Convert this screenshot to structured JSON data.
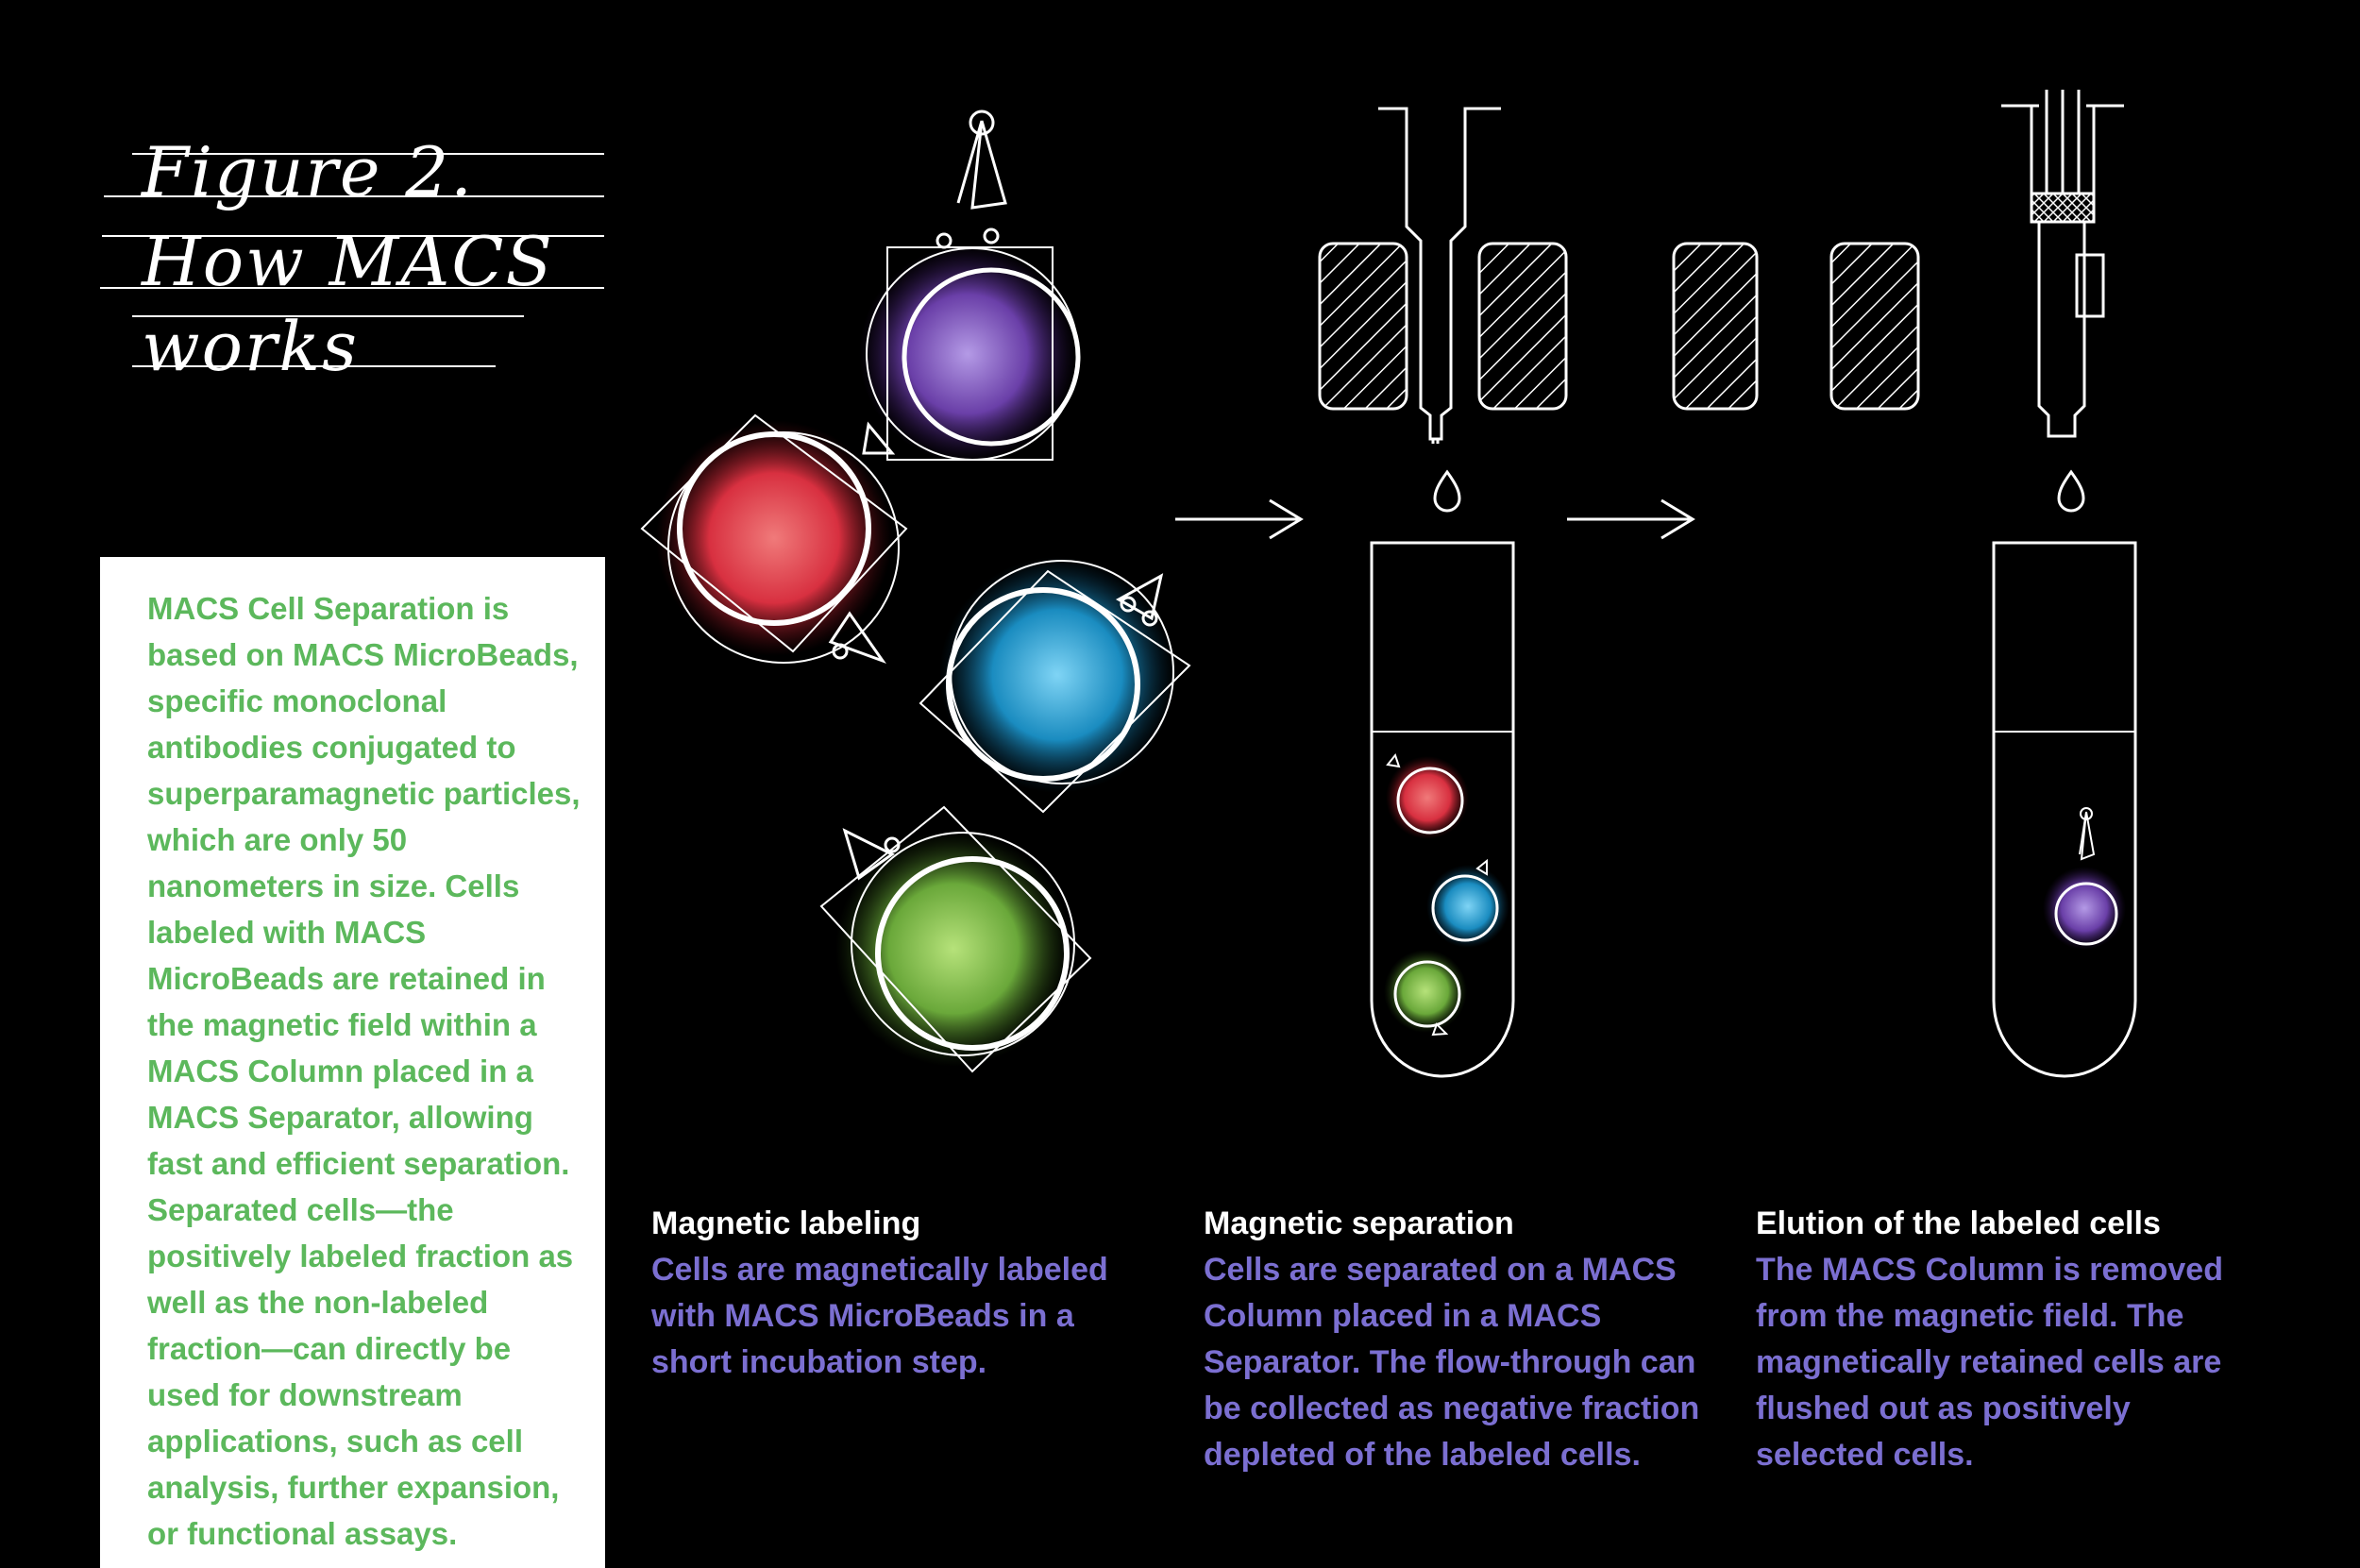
{
  "figure": {
    "title_lines": [
      "Figure 2.",
      "How MACS",
      "works"
    ]
  },
  "intro": {
    "text": "MACS Cell Separation is based on MACS MicroBeads, specific monoclonal antibodies conjugated to superparamagnetic particles, which are only 50 nanometers in size. Cells labeled with MACS MicroBeads are retained in the magnetic field within a MACS Column placed in a MACS Separator, allowing fast and efficient separation. Separated cells—the positively labeled fraction as well as the non-labeled fraction—can directly be used for downstream applications, such as cell analysis, further expansion, or functional assays."
  },
  "steps": [
    {
      "title": "Magnetic labeling",
      "body": "Cells are magnetically labeled with MACS MicroBeads in a short incubation step."
    },
    {
      "title": "Magnetic separation",
      "body": "Cells are separated on a MACS Column placed in a MACS Separator. The flow-through can be collected as negative fraction depleted of the labeled cells."
    },
    {
      "title": "Elution of the labeled cells",
      "body": "The MACS Column is removed from the magnetic field. The magnetically retained cells are flushed out as positively selected cells."
    }
  ],
  "colors": {
    "background": "#000000",
    "intro_text": "#5cb85c",
    "caption_body": "#7b6fd1",
    "cell_purple": "#6a3fa8",
    "cell_red": "#d83040",
    "cell_blue": "#1a8cc0",
    "cell_green": "#6aa83a"
  }
}
